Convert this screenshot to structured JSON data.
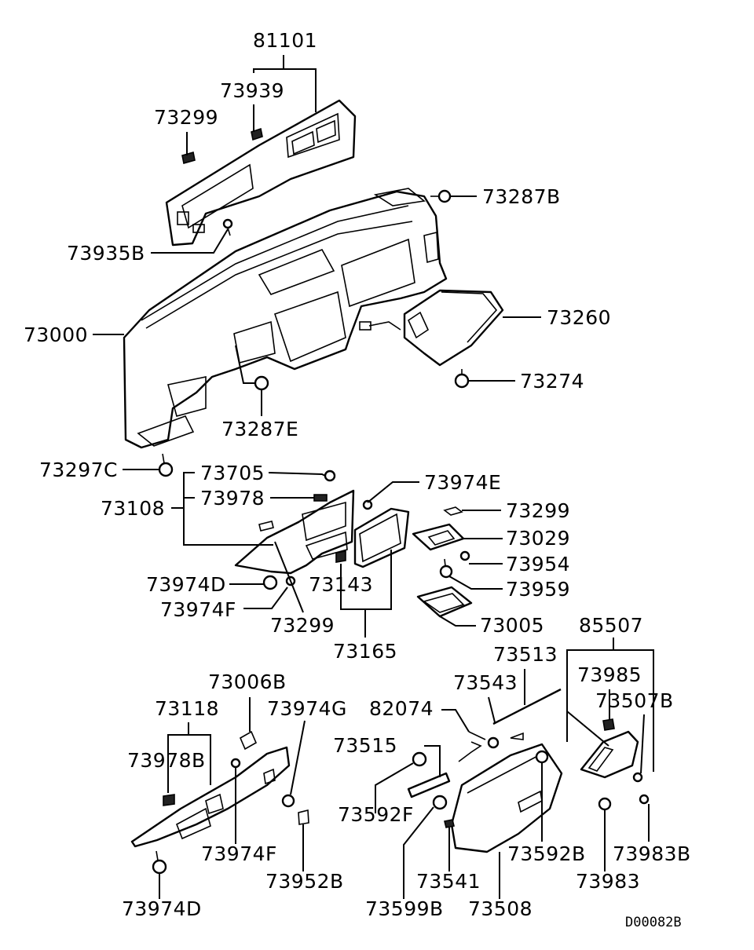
{
  "diagram_code": "D00082B",
  "labels": {
    "p81101": "81101",
    "p73939": "73939",
    "p73299_top": "73299",
    "p73287B": "73287B",
    "p73935B": "73935B",
    "p73000": "73000",
    "p73260": "73260",
    "p73274": "73274",
    "p73287E": "73287E",
    "p73297C": "73297C",
    "p73705": "73705",
    "p73974E": "73974E",
    "p73108": "73108",
    "p73978": "73978",
    "p73299_mid": "73299",
    "p73029": "73029",
    "p73954": "73954",
    "p73974D_mid": "73974D",
    "p73143": "73143",
    "p73959": "73959",
    "p73974F_mid": "73974F",
    "p73299_low": "73299",
    "p73005": "73005",
    "p85507": "85507",
    "p73165": "73165",
    "p73513": "73513",
    "p73006B": "73006B",
    "p73985": "73985",
    "p73543": "73543",
    "p73118": "73118",
    "p73974G": "73974G",
    "p73507B": "73507B",
    "p82074": "82074",
    "p73978B": "73978B",
    "p73515": "73515",
    "p73592F": "73592F",
    "p73974F_low": "73974F",
    "p73592B": "73592B",
    "p73983B": "73983B",
    "p73952B": "73952B",
    "p73541": "73541",
    "p73983": "73983",
    "p73974D_low": "73974D",
    "p73599B": "73599B",
    "p73508": "73508"
  }
}
